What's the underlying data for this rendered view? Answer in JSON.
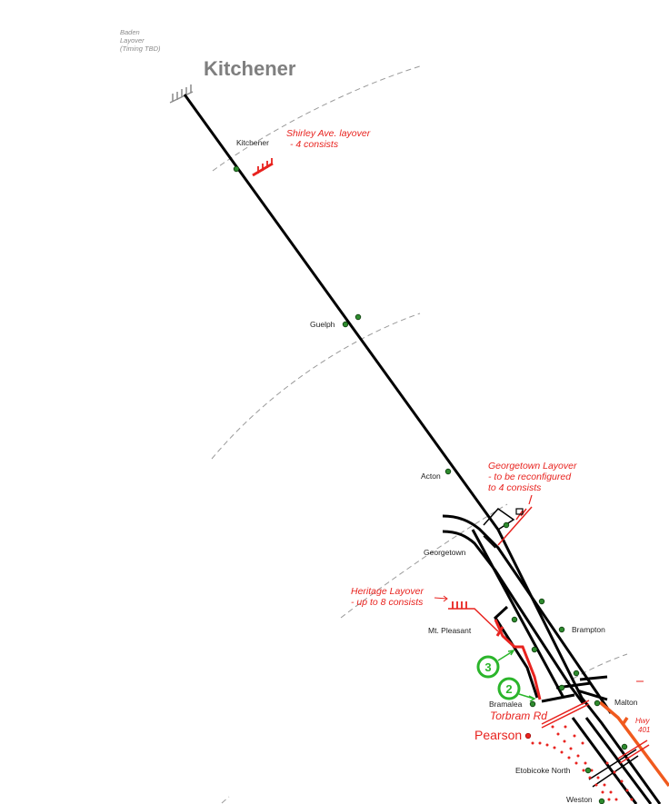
{
  "title": "Kitchener",
  "layover_notes": {
    "baden": [
      "Baden",
      "Layover",
      "(Timing TBD)"
    ],
    "shirley": [
      "Shirley Ave. layover",
      "- 4 consists"
    ],
    "georgetown": [
      "Georgetown Layover",
      "- to be reconfigured",
      "to 4 consists"
    ],
    "heritage": [
      "Heritage Layover",
      "- up to 8 consists"
    ]
  },
  "stations": {
    "kitchener": "Kitchener",
    "guelph": "Guelph",
    "acton": "Acton",
    "georgetown": "Georgetown",
    "mt_pleasant": "Mt. Pleasant",
    "brampton": "Brampton",
    "bramalea": "Bramalea",
    "malton": "Malton",
    "etobicoke_north": "Etobicoke North",
    "weston": "Weston"
  },
  "labels": {
    "torbram": "Torbram Rd",
    "pearson": "Pearson",
    "hwy": [
      "Hwy",
      "401"
    ]
  },
  "markers": {
    "three": "3",
    "two": "2"
  },
  "colors": {
    "track": "#000000",
    "proposed": "#e8231f",
    "airport_link": "#f05a1e",
    "marker": "#2bb52b",
    "station": "#2e8b2e",
    "zone_line": "#9a9a9a",
    "title": "#7f7f7f"
  }
}
